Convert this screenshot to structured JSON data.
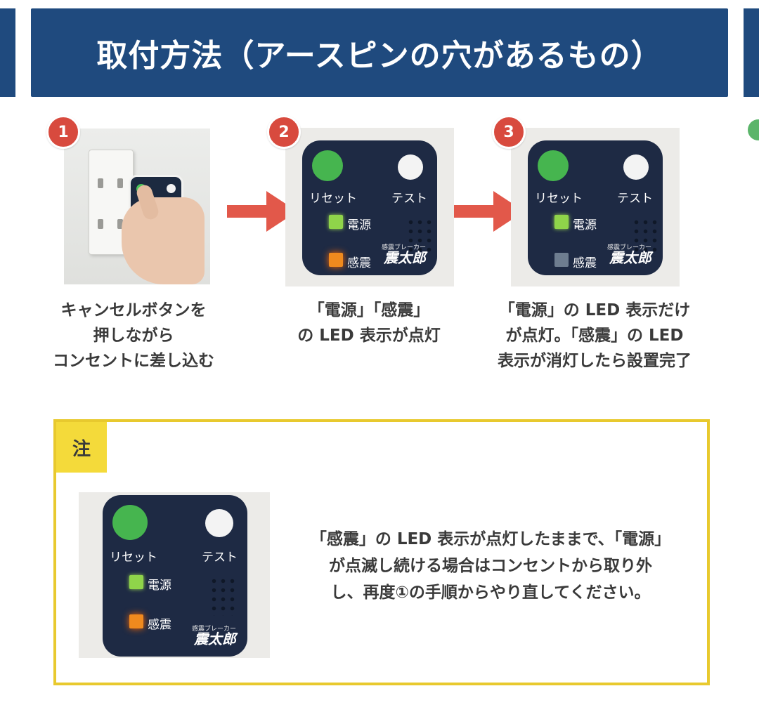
{
  "header": {
    "title": "取付方法（アースピンの穴があるもの）"
  },
  "steps": [
    {
      "number": "1",
      "caption": [
        "キャンセルボタンを",
        "押しながら",
        "コンセントに差し込む"
      ]
    },
    {
      "number": "2",
      "caption": [
        "「電源」「感震」",
        "の LED 表示が点灯"
      ]
    },
    {
      "number": "3",
      "caption": [
        "「電源」の LED 表示だけ",
        "が点灯。「感震」の LED",
        "表示が消灯したら設置完了"
      ]
    }
  ],
  "device": {
    "reset_label": "リセット",
    "test_label": "テスト",
    "power_label": "電源",
    "quake_label": "感震",
    "brand_sub": "感震ブレーカー",
    "brand": "震太郎"
  },
  "note": {
    "tag": "注",
    "text": [
      "「感震」の LED 表示が点灯したままで、「電源」",
      "が点滅し続ける場合はコンセントから取り外",
      "し、再度①の手順からやり直してください。"
    ]
  },
  "colors": {
    "header_bg": "#1f4a7e",
    "badge": "#d84a3e",
    "arrow": "#e2584a",
    "note_border": "#e8c92e",
    "panel_bg": "#1e2a44"
  },
  "icons": [
    "arrow-right-icon",
    "arrow-right-icon"
  ]
}
